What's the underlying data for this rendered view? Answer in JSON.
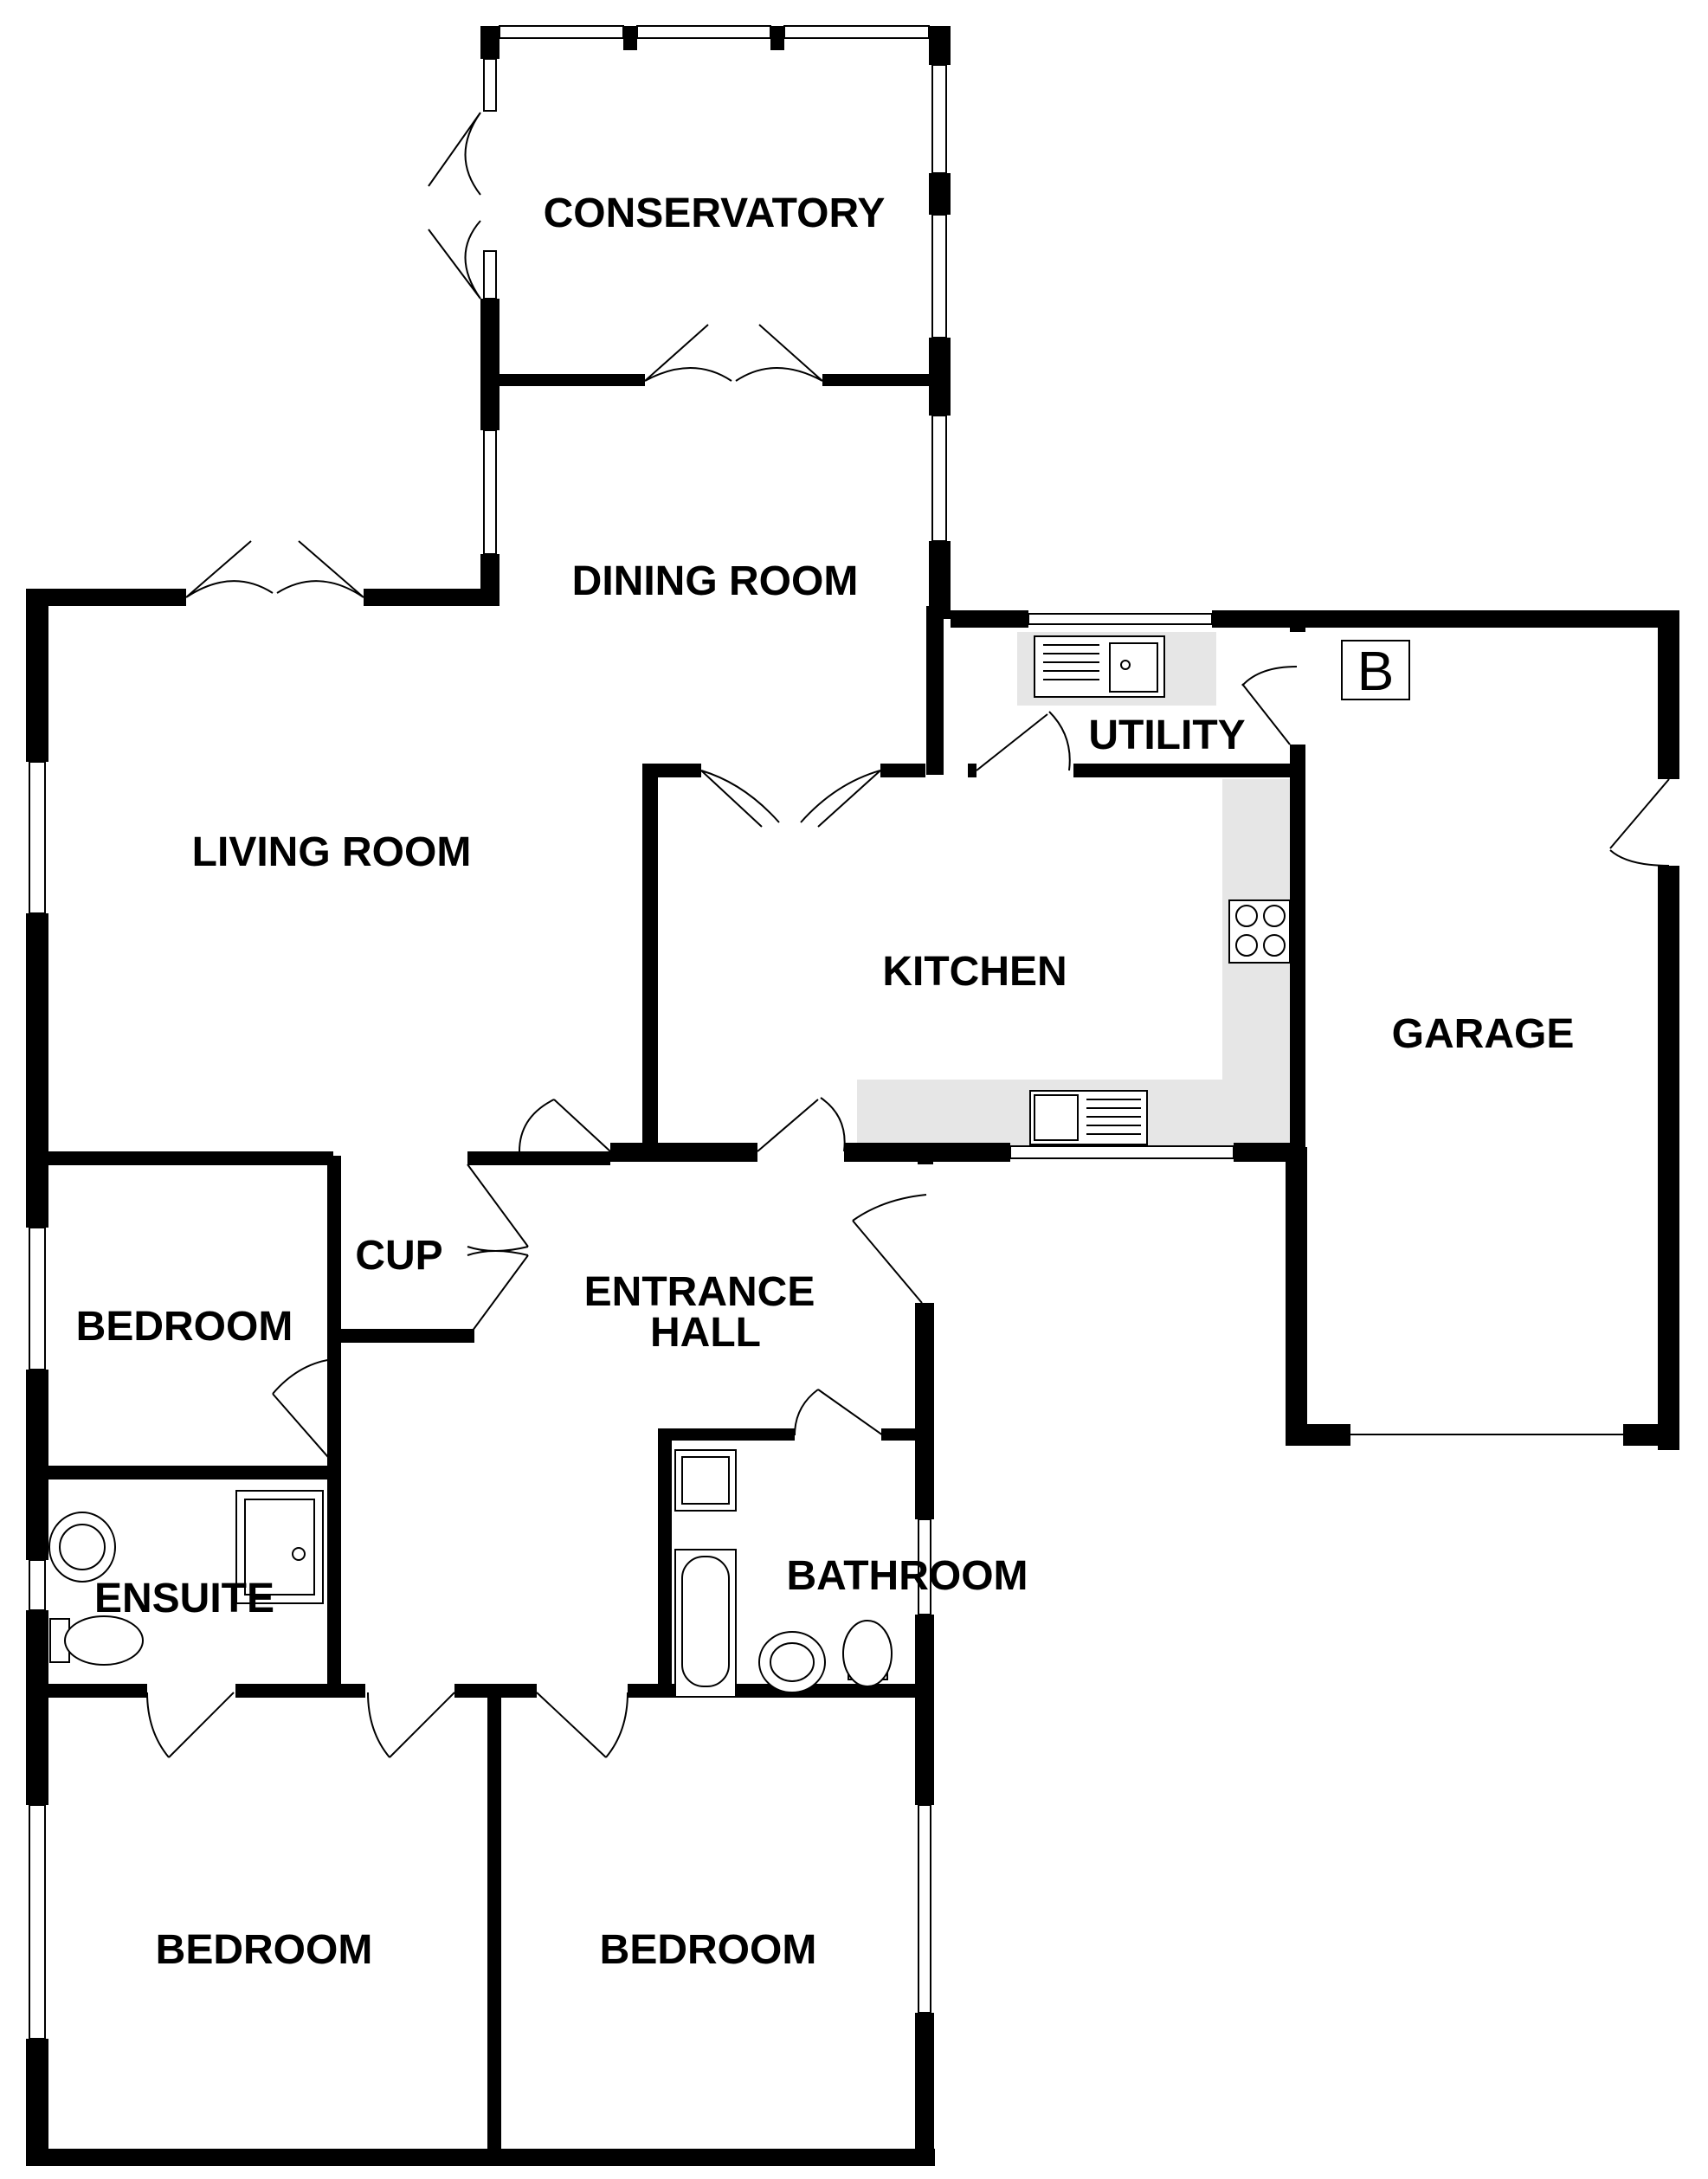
{
  "floorplan": {
    "rooms": [
      {
        "id": "conservatory",
        "label": "CONSERVATORY"
      },
      {
        "id": "dining",
        "label": "DINING ROOM"
      },
      {
        "id": "living",
        "label": "LIVING ROOM"
      },
      {
        "id": "kitchen",
        "label": "KITCHEN"
      },
      {
        "id": "utility",
        "label": "UTILITY"
      },
      {
        "id": "garage",
        "label": "GARAGE"
      },
      {
        "id": "cup",
        "label": "CUP"
      },
      {
        "id": "entrance_1",
        "label": "ENTRANCE"
      },
      {
        "id": "entrance_2",
        "label": "HALL"
      },
      {
        "id": "bedroom_small",
        "label": "BEDROOM"
      },
      {
        "id": "ensuite",
        "label": "ENSUITE"
      },
      {
        "id": "bathroom",
        "label": "BATHROOM"
      },
      {
        "id": "bedroom_left",
        "label": "BEDROOM"
      },
      {
        "id": "bedroom_right",
        "label": "BEDROOM"
      }
    ],
    "boiler": {
      "label": "B"
    }
  }
}
